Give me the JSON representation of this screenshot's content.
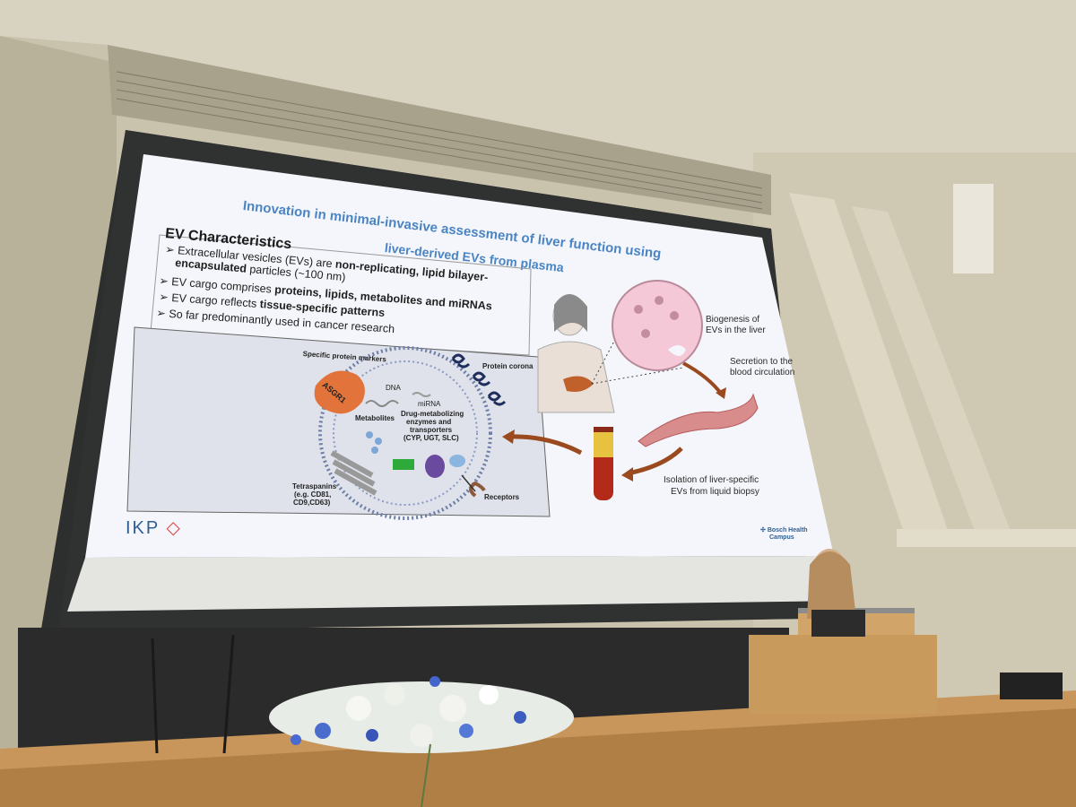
{
  "slide": {
    "title_line1": "Innovation in minimal-invasive assessment of liver function using",
    "title_line2": "liver-derived EVs from plasma",
    "section_heading": "EV Characteristics",
    "bullets": [
      {
        "marker": "➢",
        "pre": "Extracellular vesicles (EVs) are ",
        "bold": "non-replicating, lipid bilayer-",
        "post": ""
      },
      {
        "marker": "",
        "pre": "",
        "bold": "encapsulated",
        "post": " particles (~100 nm)"
      },
      {
        "marker": "➢",
        "pre": "EV cargo comprises ",
        "bold": "proteins, lipids, metabolites and miRNAs",
        "post": ""
      },
      {
        "marker": "➢",
        "pre": "EV cargo reflects ",
        "bold": "tissue-specific patterns",
        "post": ""
      },
      {
        "marker": "➢",
        "pre": "So far predominantly used in cancer research",
        "bold": "",
        "post": ""
      }
    ],
    "ev_diagram": {
      "specific_markers": "Specific protein markers",
      "asgr1": "ASGR1",
      "dna": "DNA",
      "mirna": "miRNA",
      "protein_corona": "Protein corona",
      "metabolites": "Metabolites",
      "drug_enzymes_1": "Drug-metabolizing",
      "drug_enzymes_2": "enzymes and",
      "drug_enzymes_3": "transporters",
      "drug_enzymes_4": "(CYP, UGT, SLC)",
      "tetraspanins_1": "Tetraspanins",
      "tetraspanins_2": "(e.g. CD81,",
      "tetraspanins_3": "CD9,CD63)",
      "receptors": "Receptors"
    },
    "biogenesis_1": "Biogenesis of",
    "biogenesis_2": "EVs in the liver",
    "secretion_1": "Secretion to the",
    "secretion_2": "blood circulation",
    "isolation_1": "Isolation of liver-specific",
    "isolation_2": "EVs from liquid biopsy",
    "logo_ikp": "IKP",
    "bosch_1": "Bosch Health",
    "bosch_2": "Campus"
  },
  "colors": {
    "title_blue": "#4a84c2",
    "screen_white": "#f4f6fb",
    "wall": "#c9c2ad",
    "podium": "#c89a5c",
    "arrow_brown": "#9a4a1e",
    "liver": "#c0602a",
    "blood_vessel": "#d98c8c"
  }
}
